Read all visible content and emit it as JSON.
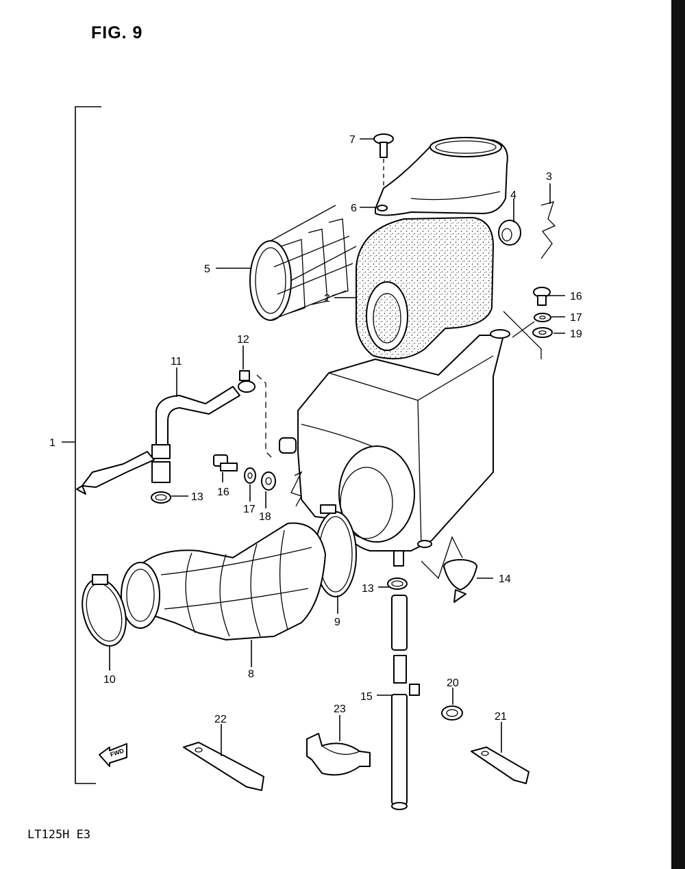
{
  "figure": {
    "title": "FIG. 9",
    "model_code": "LT125H E3",
    "fwd_label": "FWD"
  },
  "callouts": [
    {
      "id": "1",
      "text": "1"
    },
    {
      "id": "2",
      "text": "2"
    },
    {
      "id": "3",
      "text": "3"
    },
    {
      "id": "4",
      "text": "4"
    },
    {
      "id": "5",
      "text": "5"
    },
    {
      "id": "6",
      "text": "6"
    },
    {
      "id": "7",
      "text": "7"
    },
    {
      "id": "8",
      "text": "8"
    },
    {
      "id": "9",
      "text": "9"
    },
    {
      "id": "10",
      "text": "10"
    },
    {
      "id": "11",
      "text": "11"
    },
    {
      "id": "12",
      "text": "12"
    },
    {
      "id": "13a",
      "text": "13"
    },
    {
      "id": "13b",
      "text": "13"
    },
    {
      "id": "14",
      "text": "14"
    },
    {
      "id": "15",
      "text": "15"
    },
    {
      "id": "16a",
      "text": "16"
    },
    {
      "id": "16b",
      "text": "16"
    },
    {
      "id": "17a",
      "text": "17"
    },
    {
      "id": "17b",
      "text": "17"
    },
    {
      "id": "18",
      "text": "18"
    },
    {
      "id": "19",
      "text": "19"
    },
    {
      "id": "20",
      "text": "20"
    },
    {
      "id": "21",
      "text": "21"
    },
    {
      "id": "22",
      "text": "22"
    },
    {
      "id": "23",
      "text": "23"
    }
  ]
}
